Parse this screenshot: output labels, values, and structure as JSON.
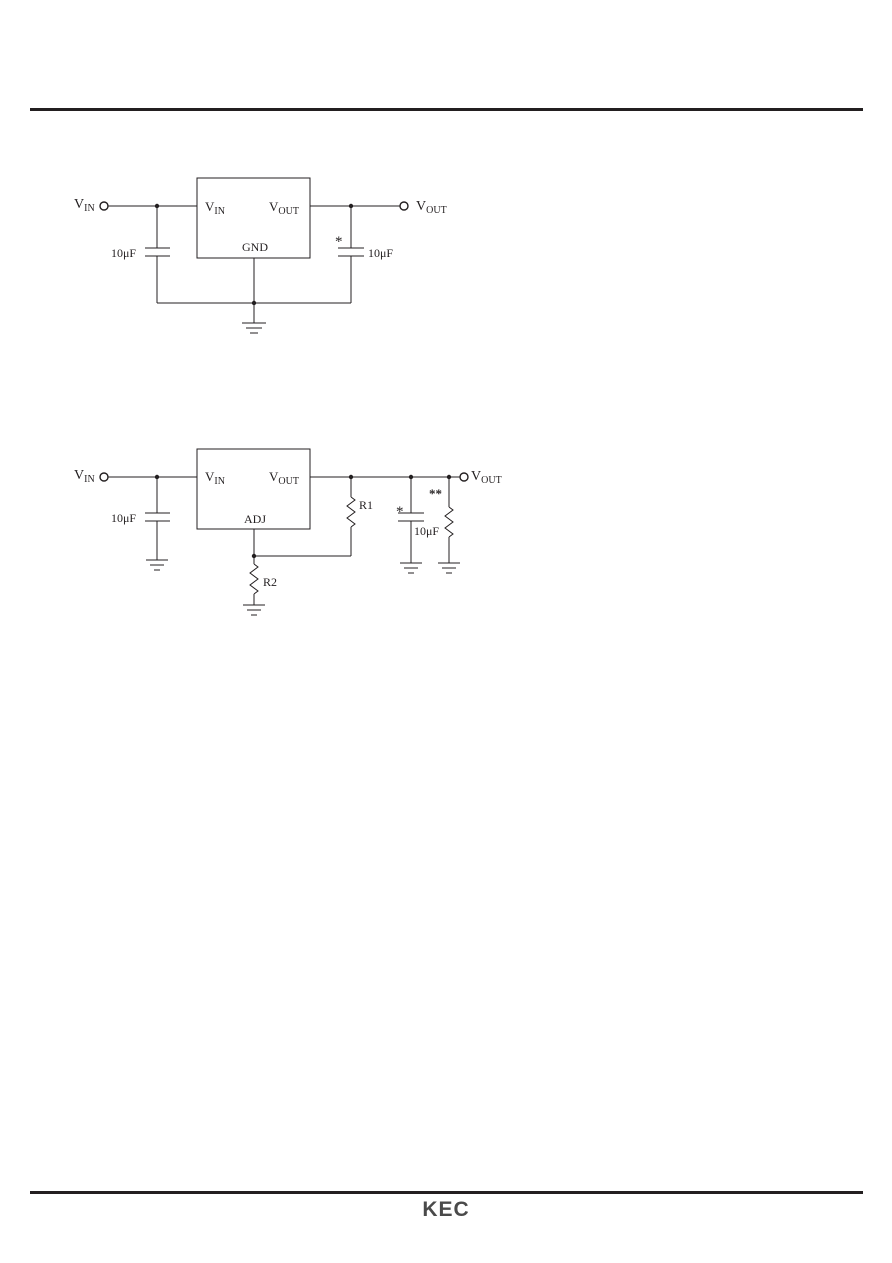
{
  "circuit1": {
    "vin_label": "V",
    "vin_sub": "IN",
    "vout_label": "V",
    "vout_sub": "OUT",
    "pin_vin": "V",
    "pin_vin_sub": "IN",
    "pin_vout": "V",
    "pin_vout_sub": "OUT",
    "pin_gnd": "GND",
    "cap_in": "10μF",
    "cap_out": "10μF",
    "cap_out_note": "*"
  },
  "circuit2": {
    "vin_label": "V",
    "vin_sub": "IN",
    "vout_label": "V",
    "vout_sub": "OUT",
    "pin_vin": "V",
    "pin_vin_sub": "IN",
    "pin_vout": "V",
    "pin_vout_sub": "OUT",
    "pin_adj": "ADJ",
    "cap_in": "10μF",
    "cap_out": "10μF",
    "cap_out_note": "*",
    "r1": "R1",
    "r2": "R2",
    "load_note": "**"
  },
  "footer": {
    "logo": "KEC"
  }
}
